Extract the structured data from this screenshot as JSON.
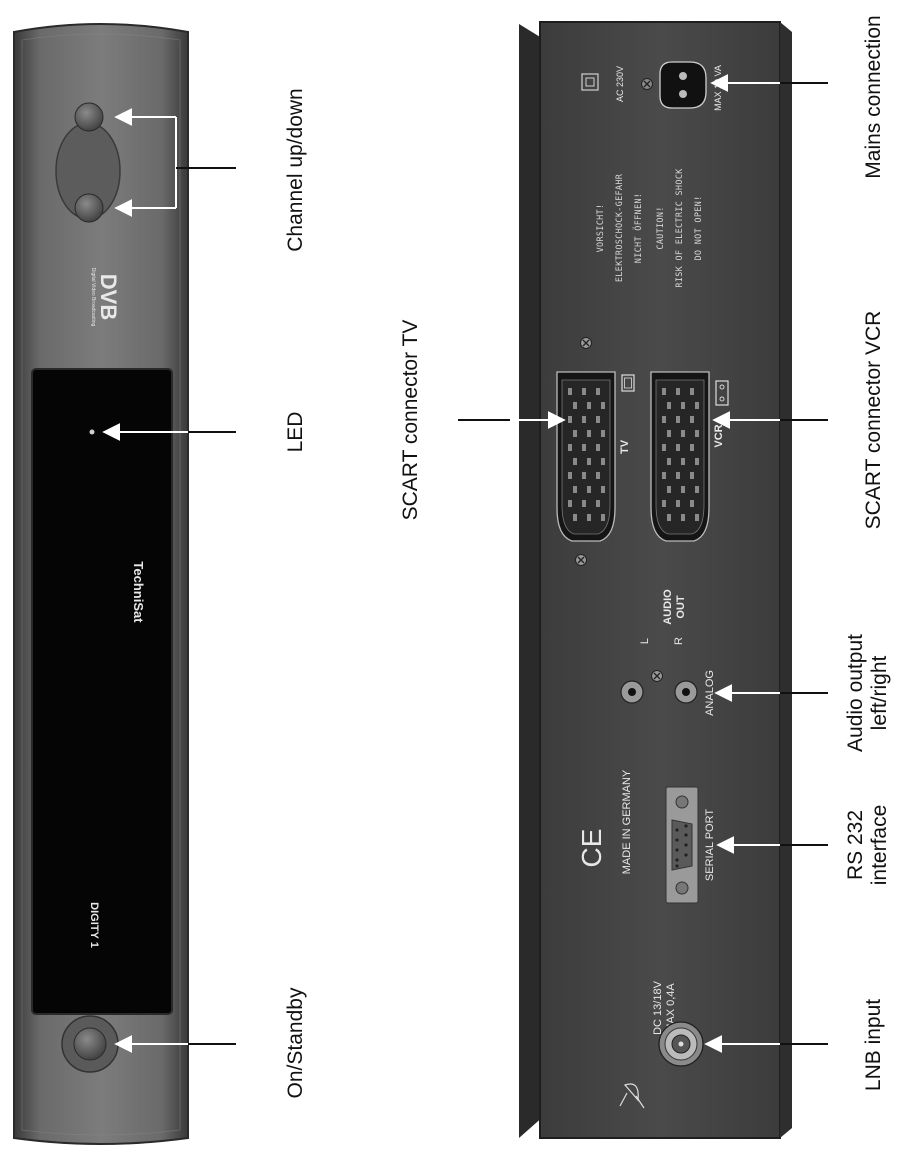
{
  "front": {
    "dvb_logo": "DVB",
    "dvb_sub": "Digital Video Broadcasting",
    "brand": "TechniSat",
    "model": "DIGITY 1"
  },
  "rear": {
    "ac_rating": "AC 230V",
    "max_va": "MAX 19 VA",
    "warning_de_1": "VORSICHT!",
    "warning_de_2": "ELEKTROSCHOCK-GEFAHR",
    "warning_de_3": "NICHT ÖFFNEN!",
    "warning_en_1": "CAUTION!",
    "warning_en_2": "RISK OF ELECTRIC SHOCK",
    "warning_en_3": "DO NOT OPEN!",
    "scart_tv_label": "TV",
    "scart_vcr_label": "VCR",
    "audio_out_1": "AUDIO",
    "audio_out_2": "OUT",
    "audio_l": "L",
    "audio_r": "R",
    "analog": "ANALOG",
    "ce_mark": "CE",
    "made_in": "MADE IN GERMANY",
    "serial_port": "SERIAL PORT",
    "dc_1": "DC 13/18V",
    "dc_2": "MAX 0,4A"
  },
  "callouts": {
    "channel": "Channel up/down",
    "led": "LED",
    "standby": "On/Standby",
    "scart_tv": "SCART connector TV",
    "mains": "Mains connection",
    "scart_vcr": "SCART connector VCR",
    "audio_1": "Audio output",
    "audio_2": "left/right",
    "rs232_1": "RS 232",
    "rs232_2": "interface",
    "lnb": "LNB input"
  }
}
